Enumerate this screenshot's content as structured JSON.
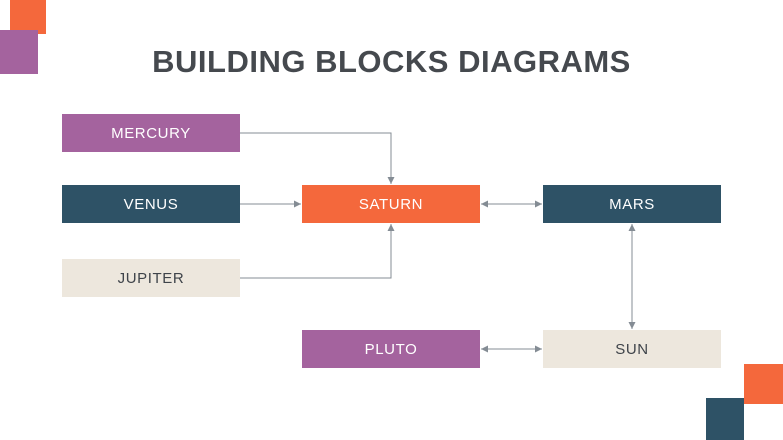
{
  "title": "BUILDING BLOCKS DIAGRAMS",
  "colors": {
    "background": "#FFFFFF",
    "orange": "#F4683C",
    "purple": "#A4639E",
    "dark": "#2E5266",
    "beige": "#EDE7DD",
    "title_text": "#45494E",
    "dark_text": "#3F444A",
    "line": "#848C94"
  },
  "diagram": {
    "nodes": {
      "mercury": {
        "label": "MERCURY",
        "color": "purple"
      },
      "venus": {
        "label": "VENUS",
        "color": "dark"
      },
      "jupiter": {
        "label": "JUPITER",
        "color": "beige"
      },
      "saturn": {
        "label": "SATURN",
        "color": "orange"
      },
      "mars": {
        "label": "MARS",
        "color": "dark"
      },
      "pluto": {
        "label": "PLUTO",
        "color": "purple"
      },
      "sun": {
        "label": "SUN",
        "color": "beige"
      }
    },
    "edges": [
      {
        "from": "mercury",
        "to": "saturn",
        "arrows": "end"
      },
      {
        "from": "venus",
        "to": "saturn",
        "arrows": "end"
      },
      {
        "from": "jupiter",
        "to": "saturn",
        "arrows": "end"
      },
      {
        "from": "saturn",
        "to": "mars",
        "arrows": "both"
      },
      {
        "from": "mars",
        "to": "sun",
        "arrows": "both"
      },
      {
        "from": "pluto",
        "to": "sun",
        "arrows": "both"
      }
    ]
  }
}
